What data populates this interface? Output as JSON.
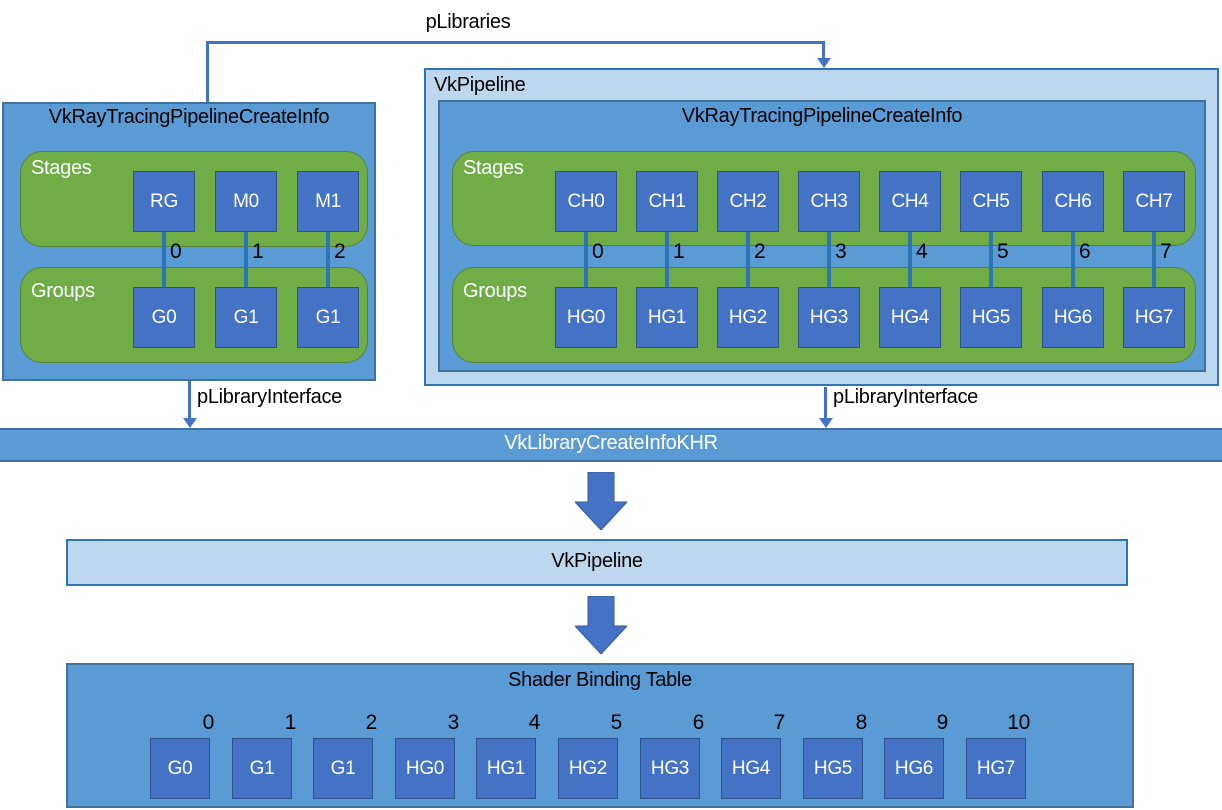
{
  "colors": {
    "box_blue": "#5b9bd5",
    "box_blue_border": "#41719c",
    "light_blue": "#bdd7ee",
    "light_blue_border": "#2e75b6",
    "green": "#70ad47",
    "green_border": "#548235",
    "square_blue": "#4472c4",
    "square_border": "#2f528f",
    "arrow_blue": "#4472c4",
    "connector_blue": "#2e75b6",
    "text_black": "#000000",
    "text_white": "#ffffff"
  },
  "connectors": {
    "plibraries": "pLibraries",
    "plibrary_interface_left": "pLibraryInterface",
    "plibrary_interface_right": "pLibraryInterface"
  },
  "library_box": {
    "title": "VkRayTracingPipelineCreateInfo",
    "stages_label": "Stages",
    "groups_label": "Groups",
    "stages": [
      "RG",
      "M0",
      "M1"
    ],
    "indices": [
      "0",
      "1",
      "2"
    ],
    "groups": [
      "G0",
      "G1",
      "G1"
    ]
  },
  "pipeline_box": {
    "title": "VkPipeline",
    "inner_title": "VkRayTracingPipelineCreateInfo",
    "stages_label": "Stages",
    "groups_label": "Groups",
    "stages": [
      "CH0",
      "CH1",
      "CH2",
      "CH3",
      "CH4",
      "CH5",
      "CH6",
      "CH7"
    ],
    "indices": [
      "0",
      "1",
      "2",
      "3",
      "4",
      "5",
      "6",
      "7"
    ],
    "groups": [
      "HG0",
      "HG1",
      "HG2",
      "HG3",
      "HG4",
      "HG5",
      "HG6",
      "HG7"
    ]
  },
  "library_bar": {
    "label": "VkLibraryCreateInfoKHR"
  },
  "pipeline_bar": {
    "label": "VkPipeline"
  },
  "sbt": {
    "title": "Shader Binding Table",
    "indices": [
      "0",
      "1",
      "2",
      "3",
      "4",
      "5",
      "6",
      "7",
      "8",
      "9",
      "10"
    ],
    "entries": [
      "G0",
      "G1",
      "G1",
      "HG0",
      "HG1",
      "HG2",
      "HG3",
      "HG4",
      "HG5",
      "HG6",
      "HG7"
    ]
  }
}
